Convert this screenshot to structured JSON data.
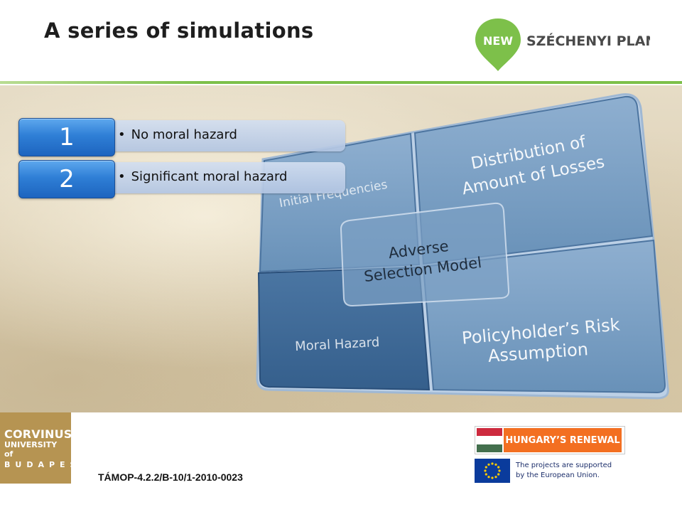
{
  "slide": {
    "title": "A series of simulations",
    "header_logo": {
      "badge": "NEW",
      "text": "SZÉCHENYI PLAN"
    }
  },
  "steps": [
    {
      "number": "1",
      "text": "No moral hazard"
    },
    {
      "number": "2",
      "text": "Significant moral hazard"
    }
  ],
  "matrix": {
    "top_left": "Initial Frequencies",
    "top_right_line1": "Distribution of",
    "top_right_line2": "Amount of Losses",
    "bottom_left": "Moral Hazard",
    "bottom_right_line1": "Policyholder’s Risk",
    "bottom_right_line2": "Assumption",
    "center_line1": "Adverse",
    "center_line2": "Selection Model"
  },
  "footer": {
    "corvinus_line1": "CORVINUS",
    "corvinus_line2": "UNIVERSITY of",
    "corvinus_line3": "BUDAPEST",
    "project_code": "TÁMOP-4.2.2/B-10/1-2010-0023",
    "renewal_label": "HUNGARY’S RENEWAL",
    "eu_line1": "The projects are supported",
    "eu_line2": "by the European Union."
  },
  "colors": {
    "green_accent": "#7dc04a",
    "number_box_blue": "#2f7fd6",
    "matrix_blue": "#5a85b0",
    "matrix_highlight": "#3f6996",
    "renewal_orange": "#f36f21",
    "corvinus_gold": "#b69452"
  }
}
